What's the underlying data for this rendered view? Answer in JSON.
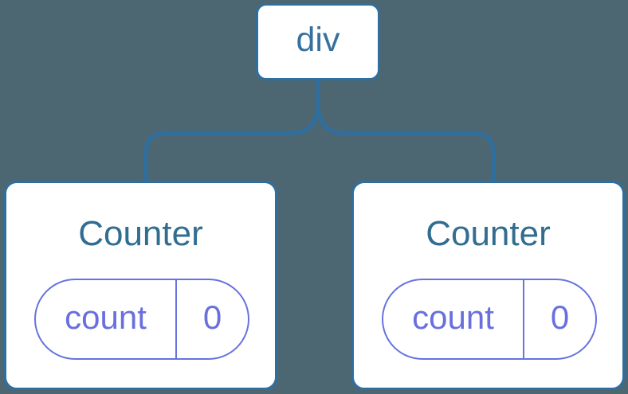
{
  "diagram": {
    "root": {
      "label": "div"
    },
    "children": [
      {
        "title": "Counter",
        "state": {
          "key": "count",
          "value": "0"
        }
      },
      {
        "title": "Counter",
        "state": {
          "key": "count",
          "value": "0"
        }
      }
    ]
  },
  "colors": {
    "background": "#4D6772",
    "node_fill": "#FFFFFF",
    "node_border": "#2F6FA0",
    "connector": "#2F6FA0",
    "root_label_text": "#35719F",
    "component_title_text": "#316D90",
    "state_pill_border": "#6673E0",
    "state_pill_text": "#6970DE"
  }
}
